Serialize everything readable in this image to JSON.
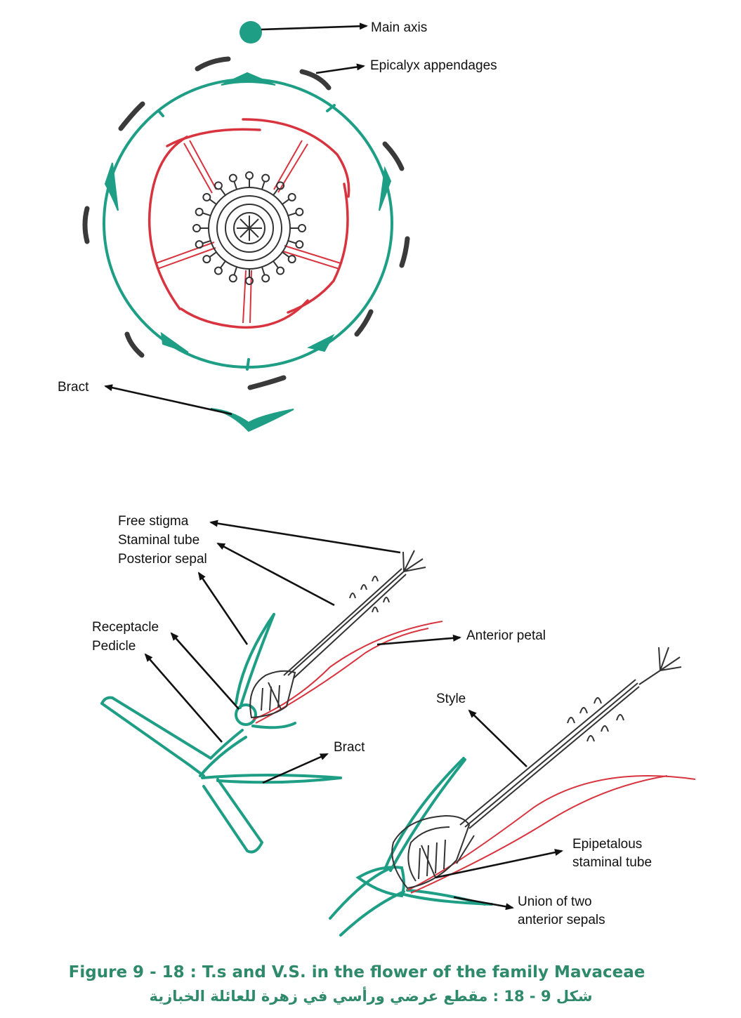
{
  "labels": {
    "main_axis": "Main axis",
    "epicalyx": "Epicalyx appendages",
    "bract_top": "Bract",
    "free_stigma": "Free stigma",
    "staminal_tube": "Staminal tube",
    "posterior_sepal": "Posterior sepal",
    "receptacle": "Receptacle",
    "pedicle": "Pedicle",
    "anterior_petal": "Anterior petal",
    "bract_bottom": "Bract",
    "style": "Style",
    "epipetalous_1": "Epipetalous",
    "epipetalous_2": "staminal tube",
    "union_1": "Union of two",
    "union_2": "anterior sepals"
  },
  "caption": {
    "english": "Figure  9 - 18 : T.s  and  V.S. in the flower of the family  Mavaceae",
    "arabic": "شكل 9 - 18  :  مقطع عرضي ورأسي في زهرة للعائلة الخبازية"
  },
  "colors": {
    "sepal_bract": "#1f9e86",
    "petal": "#d8343f",
    "epicalyx": "#3a3a3a",
    "caption": "#2e8a6a"
  }
}
